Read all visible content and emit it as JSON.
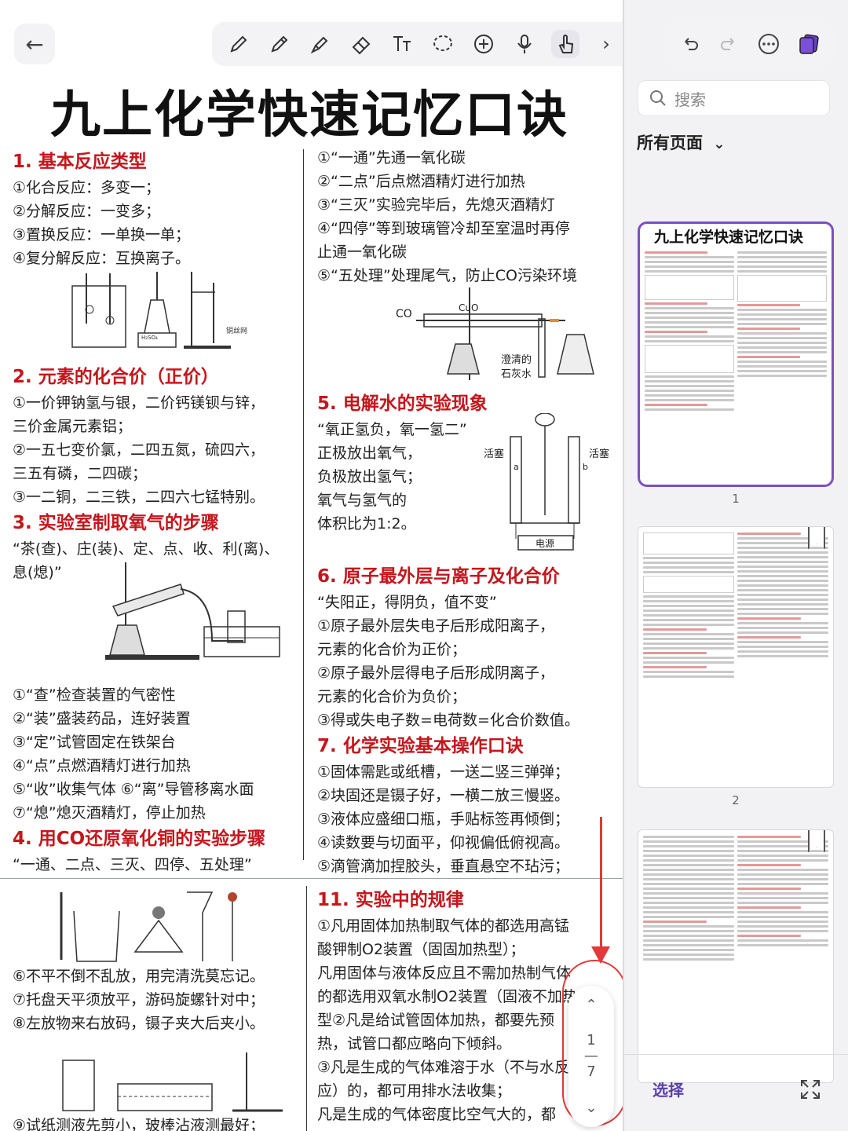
{
  "doc": {
    "title": "九上化学快速记忆口诀",
    "left": {
      "s1": "1. 基本反应类型",
      "s1_lines": [
        "①化合反应：多变一；",
        "②分解反应：一变多；",
        "③置换反应：一单换一单；",
        "④复分解反应：互换离子。"
      ],
      "diag1_labels": [
        "H₂SO₄",
        "铜丝网"
      ],
      "s2": "2. 元素的化合价（正价）",
      "s2_lines": [
        "①一价钾钠氢与银，二价钙镁钡与锌，",
        "三价金属元素铝；",
        "②一五七变价氯，二四五氮，硫四六，",
        "三五有磷，二四碳；",
        "③一二铜，二三铁，二四六七锰特别。"
      ],
      "s3": "3. 实验室制取氧气的步骤",
      "s3_lines": [
        "“茶(查)、庄(装)、定、点、收、利(离)、",
        "息(熄)”"
      ],
      "s3_steps": [
        "①“查”检查装置的气密性",
        "②“装”盛装药品，连好装置",
        "③“定”试管固定在铁架台",
        "④“点”点燃酒精灯进行加热",
        "⑤“收”收集气体 ⑥“离”导管移离水面",
        "⑦“熄”熄灭酒精灯，停止加热"
      ],
      "s4": "4. 用CO还原氧化铜的实验步骤",
      "s4_lines": [
        "“一通、二点、三灭、四停、五处理”"
      ]
    },
    "right": {
      "co_lines": [
        "①“一通”先通一氧化碳",
        "②“二点”后点燃酒精灯进行加热",
        "③“三灭”实验完毕后，先熄灭酒精灯",
        "④“四停”等到玻璃管冷却至室温时再停",
        "止通一氧化碳",
        "⑤“五处理”处理尾气，防止CO污染环境"
      ],
      "co_diag_labels": [
        "CO",
        "CuO",
        "澄清的",
        "石灰水"
      ],
      "s5": "5. 电解水的实验现象",
      "s5_lines": [
        "“氧正氢负，氧一氢二”",
        "正极放出氧气，",
        "负极放出氢气；",
        "氧气与氢气的",
        "体积比为1:2。"
      ],
      "s5_diag_labels": [
        "活塞",
        "活塞",
        "a",
        "b",
        "电源"
      ],
      "s6": "6. 原子最外层与离子及化合价",
      "s6_lines": [
        "“失阳正，得阴负，值不变”",
        "①原子最外层失电子后形成阳离子，",
        "元素的化合价为正价；",
        "②原子最外层得电子后形成阴离子，",
        "元素的化合价为负价；",
        "③得或失电子数=电荷数=化合价数值。"
      ],
      "s7": "7. 化学实验基本操作口诀",
      "s7_lines": [
        "①固体需匙或纸槽，一送二竖三弹弹；",
        "②块固还是镊子好，一横二放三慢竖。",
        "③液体应盛细口瓶，手贴标签再倾倒；",
        "④读数要与切面平，仰视偏低俯视高。",
        "⑤滴管滴加捏胶头，垂直悬空不玷污；"
      ]
    },
    "bottom_left": [
      "⑥不平不倒不乱放，用完清洗莫忘记。",
      "⑦托盘天平须放平，游码旋螺针对中；",
      "⑧左放物来右放码，镊子夹大后夹小。",
      "⑨试纸测液先剪小，玻棒沾液测最好；"
    ],
    "bottom_right": {
      "s11": "11. 实验中的规律",
      "lines": [
        "①凡用固体加热制取气体的都选用高锰",
        "酸钾制O2装置（固固加热型）；",
        "凡用固体与液体反应且不需加热制气体",
        "的都选用双氧水制O2装置（固液不加热",
        "型②凡是给试管固体加热，都要先预",
        "热，试管口都应略向下倾斜。",
        "③凡是生成的气体难溶于水（不与水反",
        "应）的，都可用排水法收集；",
        "凡是生成的气体密度比空气大的，都"
      ]
    }
  },
  "page_nav": {
    "up": "⌃",
    "current": "1",
    "sep": "—",
    "total": "7",
    "down": "⌄"
  },
  "sidebar": {
    "search_placeholder": "搜索",
    "filter_label": "所有页面",
    "pages": [
      {
        "num": "1",
        "title": "九上化学快速记忆口诀"
      },
      {
        "num": "2",
        "title": ""
      },
      {
        "num": "",
        "title": ""
      }
    ],
    "select_label": "选择"
  },
  "colors": {
    "accent": "#c4161c",
    "selection": "#7b4fc4",
    "annotation": "#e03a3a"
  }
}
